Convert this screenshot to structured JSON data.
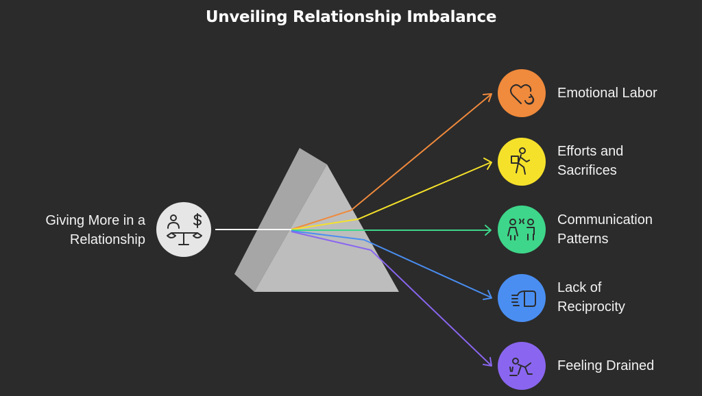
{
  "title": "Unveiling Relationship Imbalance",
  "source": {
    "line1": "Giving More in a",
    "line2": "Relationship",
    "icon": "balance-scale-person-dollar-icon",
    "color": "#e6e6e6"
  },
  "outputs": [
    {
      "line1": "Emotional Labor",
      "line2": "",
      "icon": "heart-cycle-icon",
      "color": "#f08a3c"
    },
    {
      "line1": "Efforts and",
      "line2": "Sacrifices",
      "icon": "person-carrying-box-icon",
      "color": "#f5e12a"
    },
    {
      "line1": "Communication",
      "line2": "Patterns",
      "icon": "two-people-talking-icon",
      "color": "#3ed68a"
    },
    {
      "line1": "Lack of",
      "line2": "Reciprocity",
      "icon": "hand-pointing-icon",
      "color": "#4a8ef2"
    },
    {
      "line1": "Feeling Drained",
      "line2": "",
      "icon": "person-crawling-tired-icon",
      "color": "#8a66f0"
    }
  ],
  "prism_color": "#bdbdbd"
}
